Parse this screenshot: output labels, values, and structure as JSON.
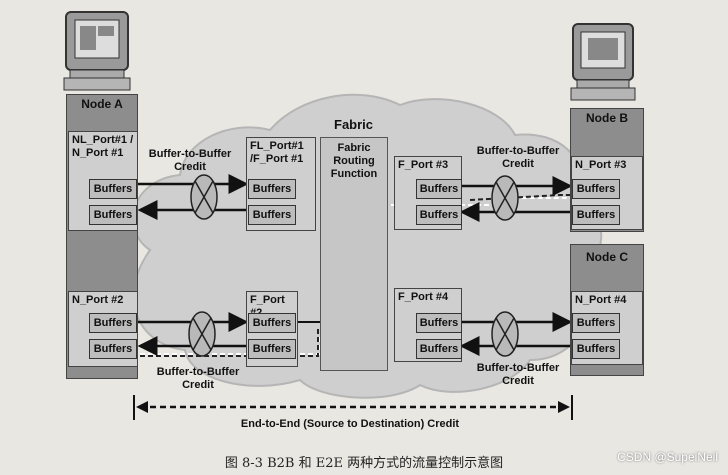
{
  "fabric": {
    "title": "Fabric",
    "routing": "Fabric Routing Function",
    "ports": {
      "fl1": "FL_Port#1 /F_Port #1",
      "f2": "F_Port #2",
      "f3": "F_Port #3",
      "f4": "F_Port #4"
    }
  },
  "nodes": {
    "a": {
      "title": "Node A",
      "port1": "NL_Port#1 / N_Port #1",
      "port2": "N_Port #2"
    },
    "b": {
      "title": "Node B",
      "port": "N_Port #3"
    },
    "c": {
      "title": "Node C",
      "port": "N_Port #4"
    }
  },
  "buffers_label": "Buffers",
  "credits": {
    "top_left": "Buffer-to-Buffer Credit",
    "top_right": "Buffer-to-Buffer Credit",
    "bottom_left": "Buffer-to-Buffer Credit",
    "bottom_right": "Buffer-to-Buffer Credit",
    "end_to_end": "End-to-End (Source to Destination) Credit"
  },
  "caption": "图 8-3   B2B 和 E2E 两种方式的流量控制示意图",
  "watermark": "CSDN @SupeiNeil"
}
